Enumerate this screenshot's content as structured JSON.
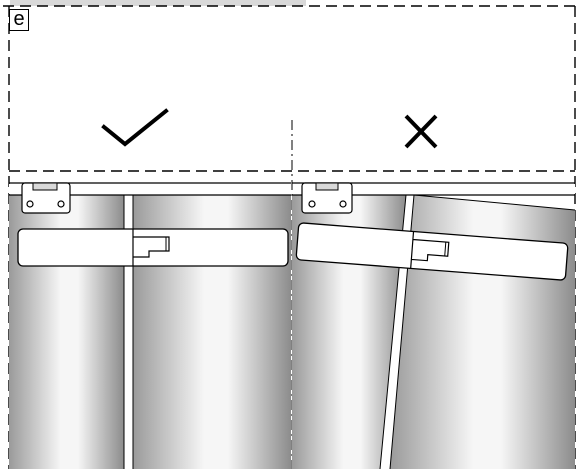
{
  "step_label": "e",
  "panels": [
    {
      "verdict": "correct",
      "mark": "check-icon",
      "door_gap": "aligned"
    },
    {
      "verdict": "incorrect",
      "mark": "cross-icon",
      "door_gap": "misaligned"
    }
  ],
  "colors": {
    "line": "#000000",
    "background": "#ffffff",
    "panel_dark": "#8c8c8c",
    "panel_light": "#f4f4f4",
    "hinge_fill": "#d9d9d9"
  }
}
